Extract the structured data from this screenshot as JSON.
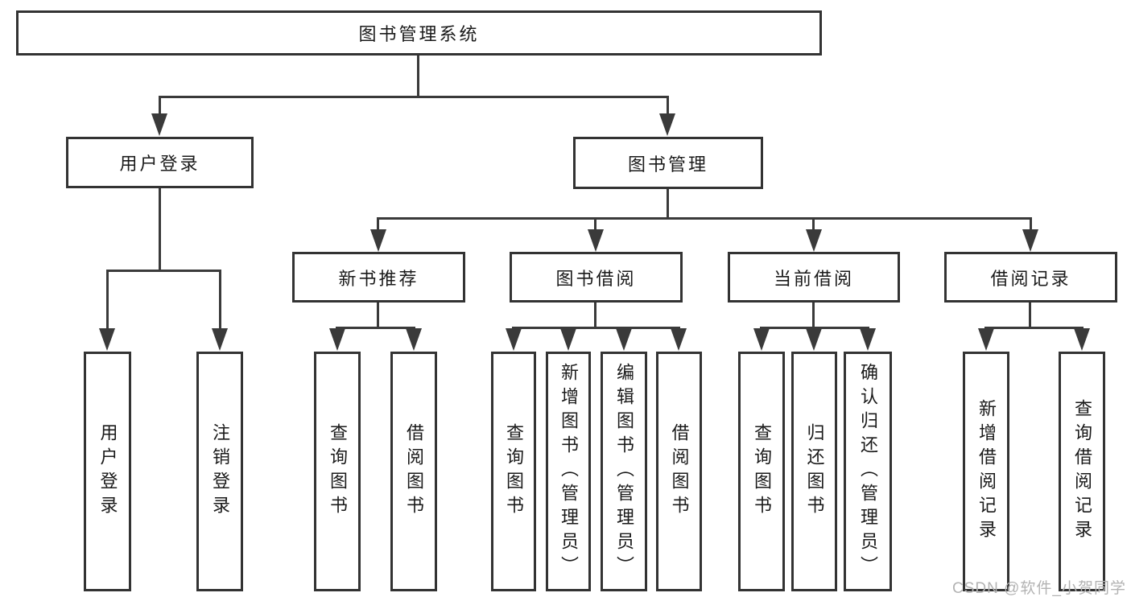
{
  "diagram": {
    "type": "tree",
    "title": "图书管理系统",
    "hierarchy": {
      "label": "图书管理系统",
      "children": [
        {
          "label": "用户登录",
          "children": [
            {
              "label": "用户登录"
            },
            {
              "label": "注销登录"
            }
          ]
        },
        {
          "label": "图书管理",
          "children": [
            {
              "label": "新书推荐",
              "children": [
                {
                  "label": "查询图书"
                },
                {
                  "label": "借阅图书"
                }
              ]
            },
            {
              "label": "图书借阅",
              "children": [
                {
                  "label": "查询图书"
                },
                {
                  "label": "新增图书（管理员）"
                },
                {
                  "label": "编辑图书（管理员）"
                },
                {
                  "label": "借阅图书"
                }
              ]
            },
            {
              "label": "当前借阅",
              "children": [
                {
                  "label": "查询图书"
                },
                {
                  "label": "归还图书"
                },
                {
                  "label": "确认归还（管理员）"
                }
              ]
            },
            {
              "label": "借阅记录",
              "children": [
                {
                  "label": "新增借阅记录"
                },
                {
                  "label": "查询借阅记录"
                }
              ]
            }
          ]
        }
      ]
    }
  },
  "watermark": "CSDN @软件_小贺同学",
  "colors": {
    "line": "#3a3a3a",
    "border": "#333333",
    "text": "#1a1a1a",
    "watermark": "#b3b3b3",
    "background": "#ffffff"
  }
}
